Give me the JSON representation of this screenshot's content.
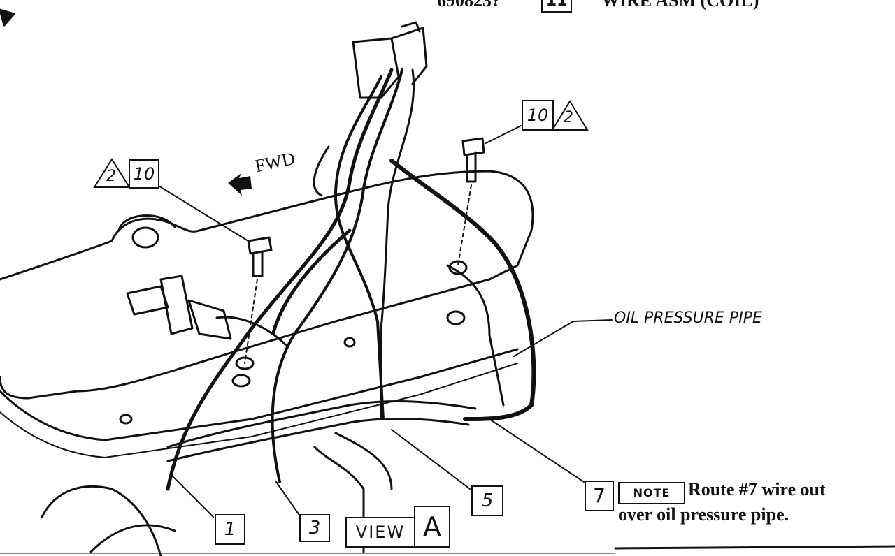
{
  "header": {
    "part_number": "690823?",
    "ref": "11",
    "name": "WIRE ASM (COIL)"
  },
  "direction_label": "FWD",
  "callouts": {
    "left_triangle": "2",
    "left_box": "10",
    "right_box": "10",
    "right_triangle": "2",
    "item_1": "1",
    "item_3": "3",
    "item_5": "5",
    "item_7": "7"
  },
  "pipe_label": "OIL PRESSURE PIPE",
  "view": {
    "word": "VIEW",
    "letter": "A"
  },
  "note": {
    "tag": "NOTE",
    "line1": "Route #7 wire out",
    "line2": "over oil pressure pipe."
  }
}
